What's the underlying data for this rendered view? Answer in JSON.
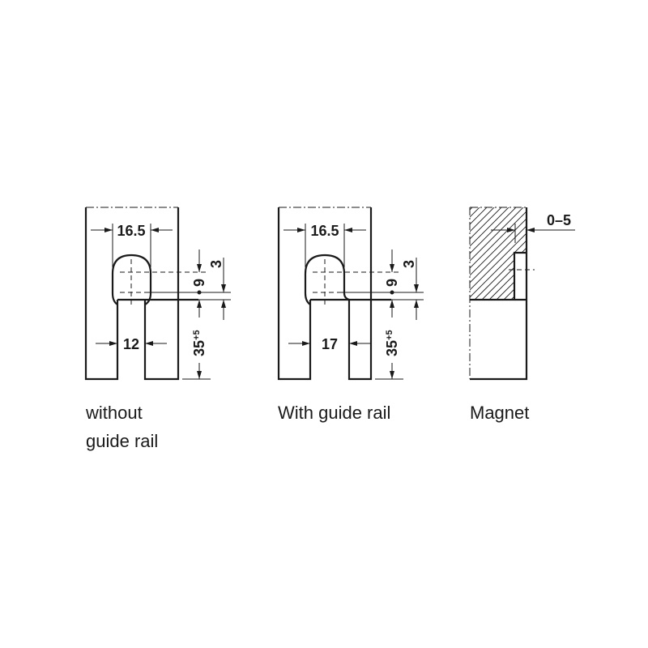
{
  "drawings": [
    {
      "caption_line1": "without",
      "caption_line2": "guide rail",
      "width_dim": "16.5",
      "slot_dim": "12",
      "offset_dim": "3",
      "center_dim": "9",
      "depth_dim": "35",
      "depth_tol": "+5"
    },
    {
      "caption": "With guide rail",
      "width_dim": "16.5",
      "slot_dim": "17",
      "offset_dim": "3",
      "center_dim": "9",
      "depth_dim": "35",
      "depth_tol": "+5"
    },
    {
      "caption": "Magnet",
      "gap_dim": "0–5"
    }
  ]
}
